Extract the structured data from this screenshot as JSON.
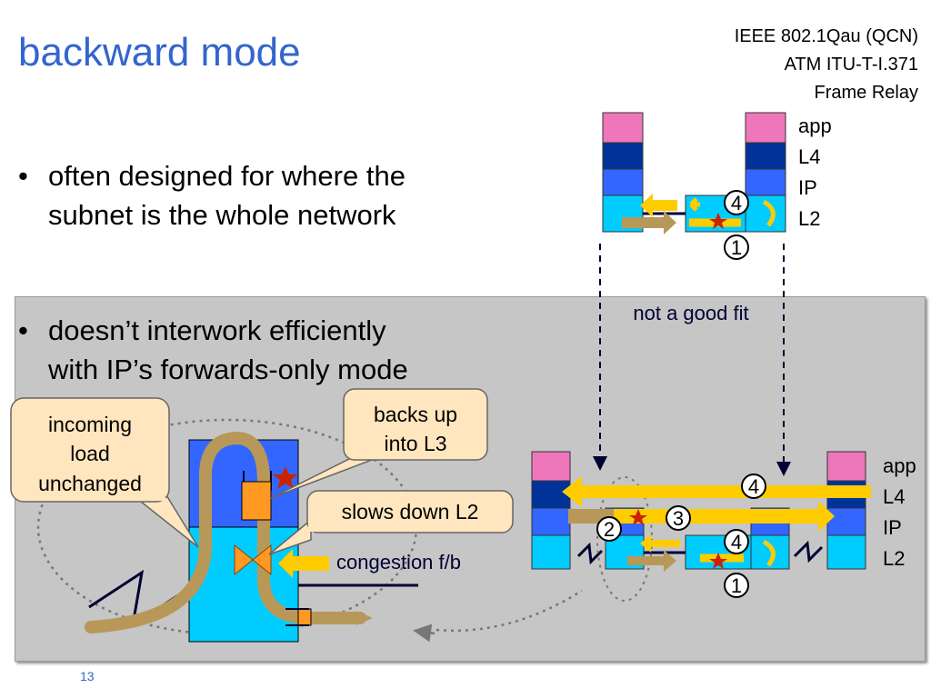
{
  "title": "backward mode",
  "references": [
    "IEEE 802.1Qau (QCN)",
    "ATM ITU-T-I.371",
    "Frame Relay"
  ],
  "bullets": [
    {
      "symbol": "•",
      "lines": [
        "often designed for where the",
        "subnet is the whole network"
      ]
    },
    {
      "symbol": "•",
      "lines": [
        "doesn’t interwork efficiently",
        "with IP’s forwards-only mode"
      ]
    }
  ],
  "callouts": {
    "incoming": [
      "incoming",
      "load",
      "unchanged"
    ],
    "backs_up": [
      "backs up",
      "into L3"
    ],
    "slows_down": "slows down L2"
  },
  "labels": {
    "congestion": "congestion f/b",
    "not_good_fit": "not a good fit"
  },
  "layers_top": [
    "app",
    "L4",
    "IP",
    "L2"
  ],
  "layers_bottom": [
    "app",
    "L4",
    "IP",
    "L2"
  ],
  "step_markers": {
    "one": "1",
    "two": "2",
    "three": "3",
    "four": "4"
  },
  "colors": {
    "title": "#3366cc",
    "app": "#ee77bb",
    "l4": "#003399",
    "ip": "#3366ff",
    "l2": "#00ccff",
    "arrow_yellow": "#ffcc00",
    "arrow_tan": "#b89858",
    "star": "#cc2200",
    "panel": "#c6c6c6"
  },
  "page_number": "13"
}
